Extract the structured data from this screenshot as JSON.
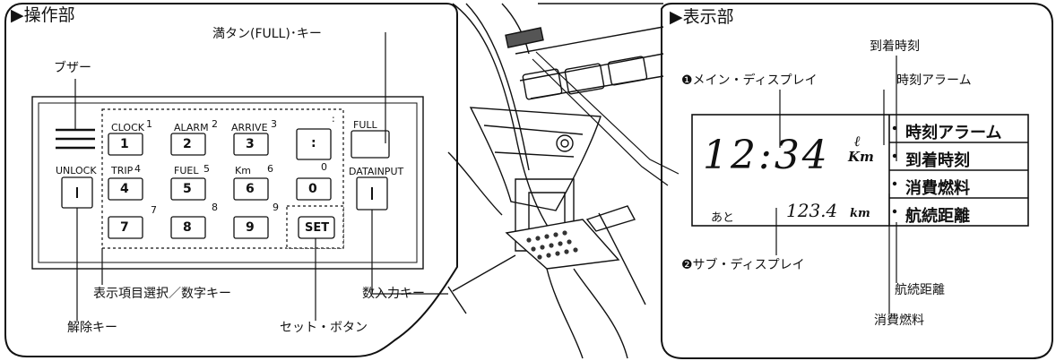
{
  "control_panel": {
    "header": "▶操作部",
    "buzzer_label": "ブザー",
    "full_tank_key_label": "満タン(FULL)･キー",
    "unlock_label": "UNLOCK",
    "full_label": "FULL",
    "datainput_label": "DATAINPUT",
    "keys": [
      {
        "caption": "CLOCK",
        "digit": "1"
      },
      {
        "caption": "ALARM",
        "digit": "2"
      },
      {
        "caption": "ARRIVE",
        "digit": "3"
      },
      {
        "caption": ":",
        "digit": ""
      },
      {
        "caption": "TRIP",
        "digit": "4"
      },
      {
        "caption": "FUEL",
        "digit": "5"
      },
      {
        "caption": "Km",
        "digit": "6"
      },
      {
        "caption": "",
        "digit": "0"
      },
      {
        "caption": "",
        "digit": "7"
      },
      {
        "caption": "",
        "digit": "8"
      },
      {
        "caption": "",
        "digit": "9"
      }
    ],
    "set_label": "SET",
    "display_select_label": "表示項目選択／数字キー",
    "number_input_label": "数入力キー",
    "release_key_label": "解除キー",
    "set_button_label": "セット・ボタン"
  },
  "display_panel": {
    "header": "▶表示部",
    "arrival_time_label": "到着時刻",
    "main_display_label": "❶メイン・ディスプレイ",
    "time_alarm_label": "時刻アラーム",
    "main_time": "12:34",
    "main_unit_top": "ℓ",
    "main_unit_bottom": "Km",
    "sub_prefix": "あと",
    "sub_value": "123.4",
    "sub_unit": "km",
    "indicators": [
      "時刻アラーム",
      "到着時刻",
      "消費燃料",
      "航続距離"
    ],
    "sub_display_label": "❷サブ・ディスプレイ",
    "range_label": "航続距離",
    "fuel_consumed_label": "消費燃料"
  }
}
